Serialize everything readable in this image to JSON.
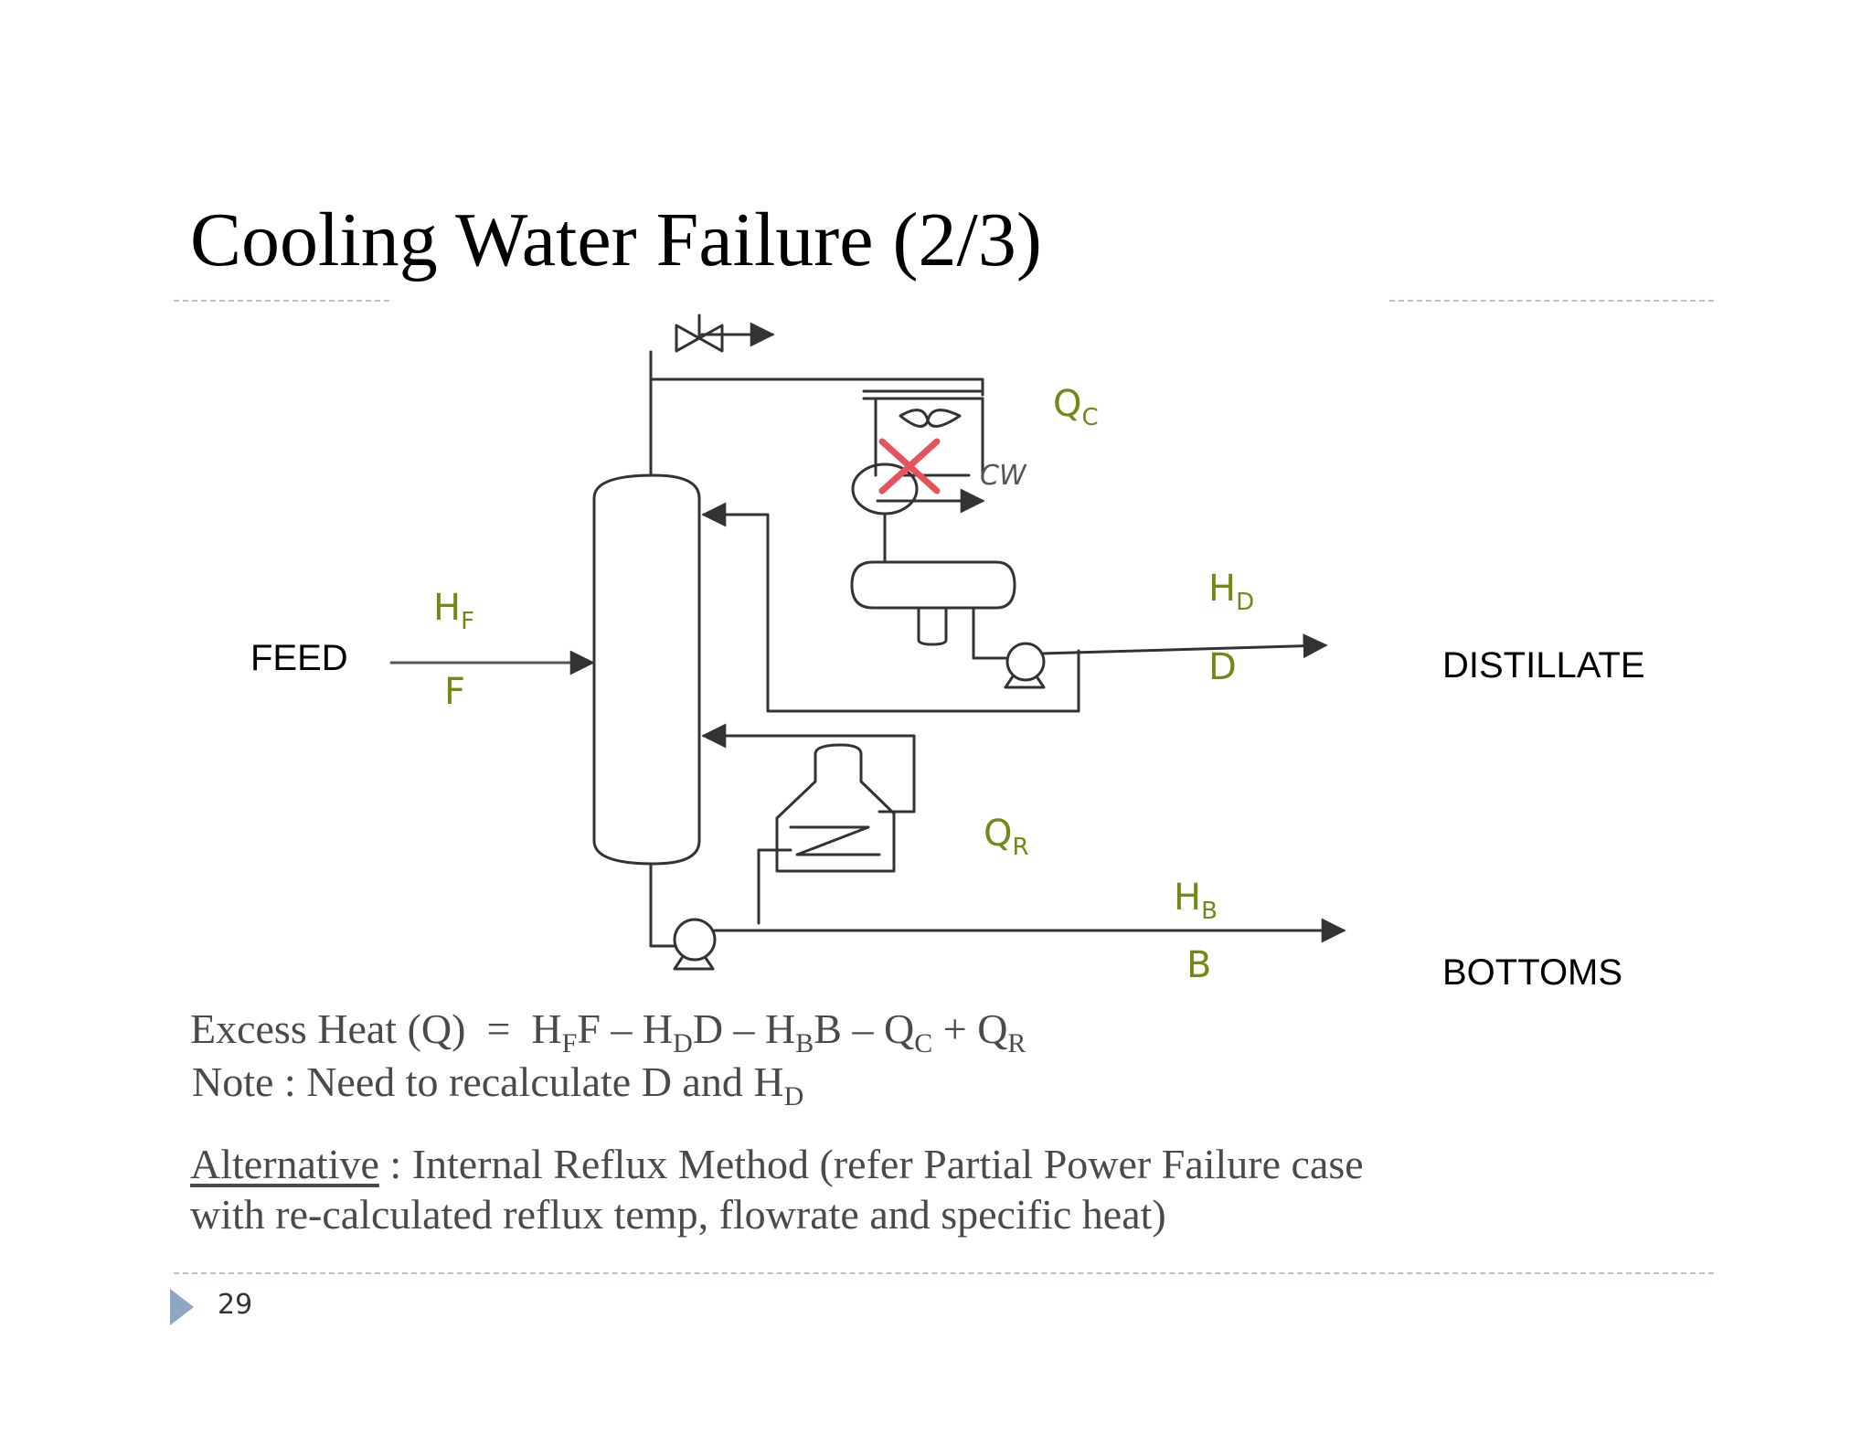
{
  "slide": {
    "title": "Cooling Water Failure (2/3)",
    "page_number": "29"
  },
  "diagram": {
    "feed_label": "FEED",
    "distillate_label": "DISTILLATE",
    "bottoms_label": "BOTTOMS",
    "cw_label": "CW",
    "variables": {
      "hf": {
        "main": "H",
        "sub": "F"
      },
      "f": "F",
      "hd": {
        "main": "H",
        "sub": "D"
      },
      "d": "D",
      "hb": {
        "main": "H",
        "sub": "B"
      },
      "b": "B",
      "qc": {
        "main": "Q",
        "sub": "C"
      },
      "qr": {
        "main": "Q",
        "sub": "R"
      }
    }
  },
  "equation": {
    "lhs": "Excess Heat (Q)",
    "eq": "=",
    "terms": [
      {
        "main": "H",
        "sub": "F",
        "tail": "F"
      },
      {
        "op": "–",
        "main": "H",
        "sub": "D",
        "tail": "D"
      },
      {
        "op": "–",
        "main": "H",
        "sub": "B",
        "tail": "B"
      },
      {
        "op": "–",
        "main": "Q",
        "sub": "C",
        "tail": ""
      },
      {
        "op": "+",
        "main": "Q",
        "sub": "R",
        "tail": ""
      }
    ]
  },
  "note": {
    "text": "Note : Need to recalculate D and ",
    "main": "H",
    "sub": "D"
  },
  "alternative": {
    "label": "Alternative",
    "line1": " : Internal Reflux Method (refer Partial Power Failure case",
    "line2": "with re-calculated reflux temp, flowrate and specific heat)"
  },
  "colors": {
    "variable": "#6f8a16",
    "cross": "#e5535d",
    "rule": "#b5c3d0",
    "marker": "#8ea6c2"
  }
}
